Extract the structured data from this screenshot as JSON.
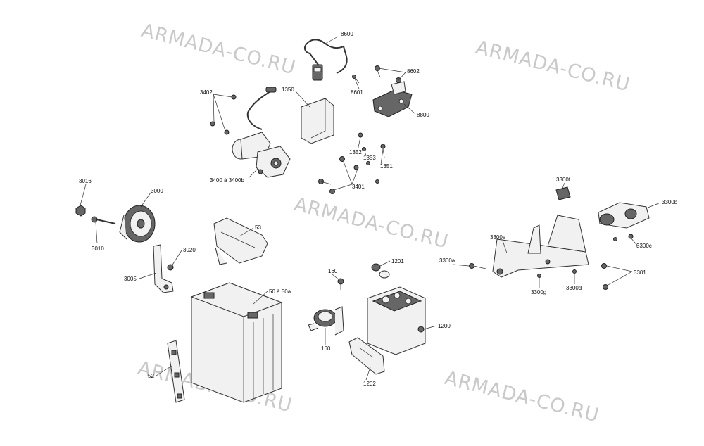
{
  "watermarks": [
    "ARMADA-CO.RU",
    "ARMADA-CO.RU",
    "ARMADA-CO.RU",
    "ARMADA-CO.RU",
    "ARMADA-CO.RU"
  ],
  "labels": {
    "p8600": "8600",
    "p8602": "8602",
    "p8601": "8601",
    "p8800": "8800",
    "p1350": "1350",
    "p3402": "3402",
    "p3400": "3400 à 3400b",
    "p1352": "1352",
    "p1353": "1353",
    "p1351": "1351",
    "p3401": "3401",
    "p3016": "3016",
    "p3000": "3000",
    "p3010": "3010",
    "p53": "53",
    "p3020": "3020",
    "p3005": "3005",
    "p50": "50 à 50a",
    "p52": "52",
    "p160a": "160",
    "p160b": "160",
    "p1201": "1201",
    "p1200": "1200",
    "p1202": "1202",
    "p3300f": "3300f",
    "p3300b": "3300b",
    "p3300e": "3300e",
    "p3300c": "3300c",
    "p3300a": "3300a",
    "p3301": "3301",
    "p3300g": "3300g",
    "p3300d": "3300d"
  }
}
